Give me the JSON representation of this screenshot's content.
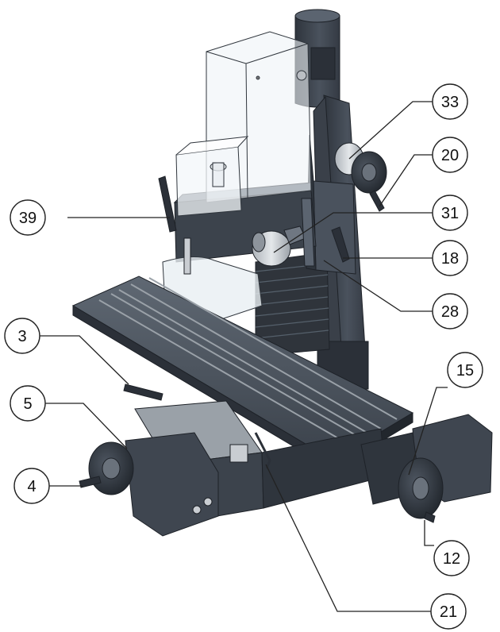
{
  "colors": {
    "cast_iron": "#3f4650",
    "cast_iron_dark": "#2b3038",
    "cast_iron_light": "#5b6470",
    "steel": "#c9cdd2",
    "steel_dark": "#8d949c",
    "guard": "#e9eff3",
    "outline": "#1e2228"
  },
  "callouts": [
    {
      "id": "c33",
      "label": "33"
    },
    {
      "id": "c20",
      "label": "20"
    },
    {
      "id": "c39",
      "label": "39"
    },
    {
      "id": "c31",
      "label": "31"
    },
    {
      "id": "c18",
      "label": "18"
    },
    {
      "id": "c28",
      "label": "28"
    },
    {
      "id": "c3",
      "label": "3"
    },
    {
      "id": "c15",
      "label": "15"
    },
    {
      "id": "c5",
      "label": "5"
    },
    {
      "id": "c4",
      "label": "4"
    },
    {
      "id": "c12",
      "label": "12"
    },
    {
      "id": "c21",
      "label": "21"
    }
  ]
}
